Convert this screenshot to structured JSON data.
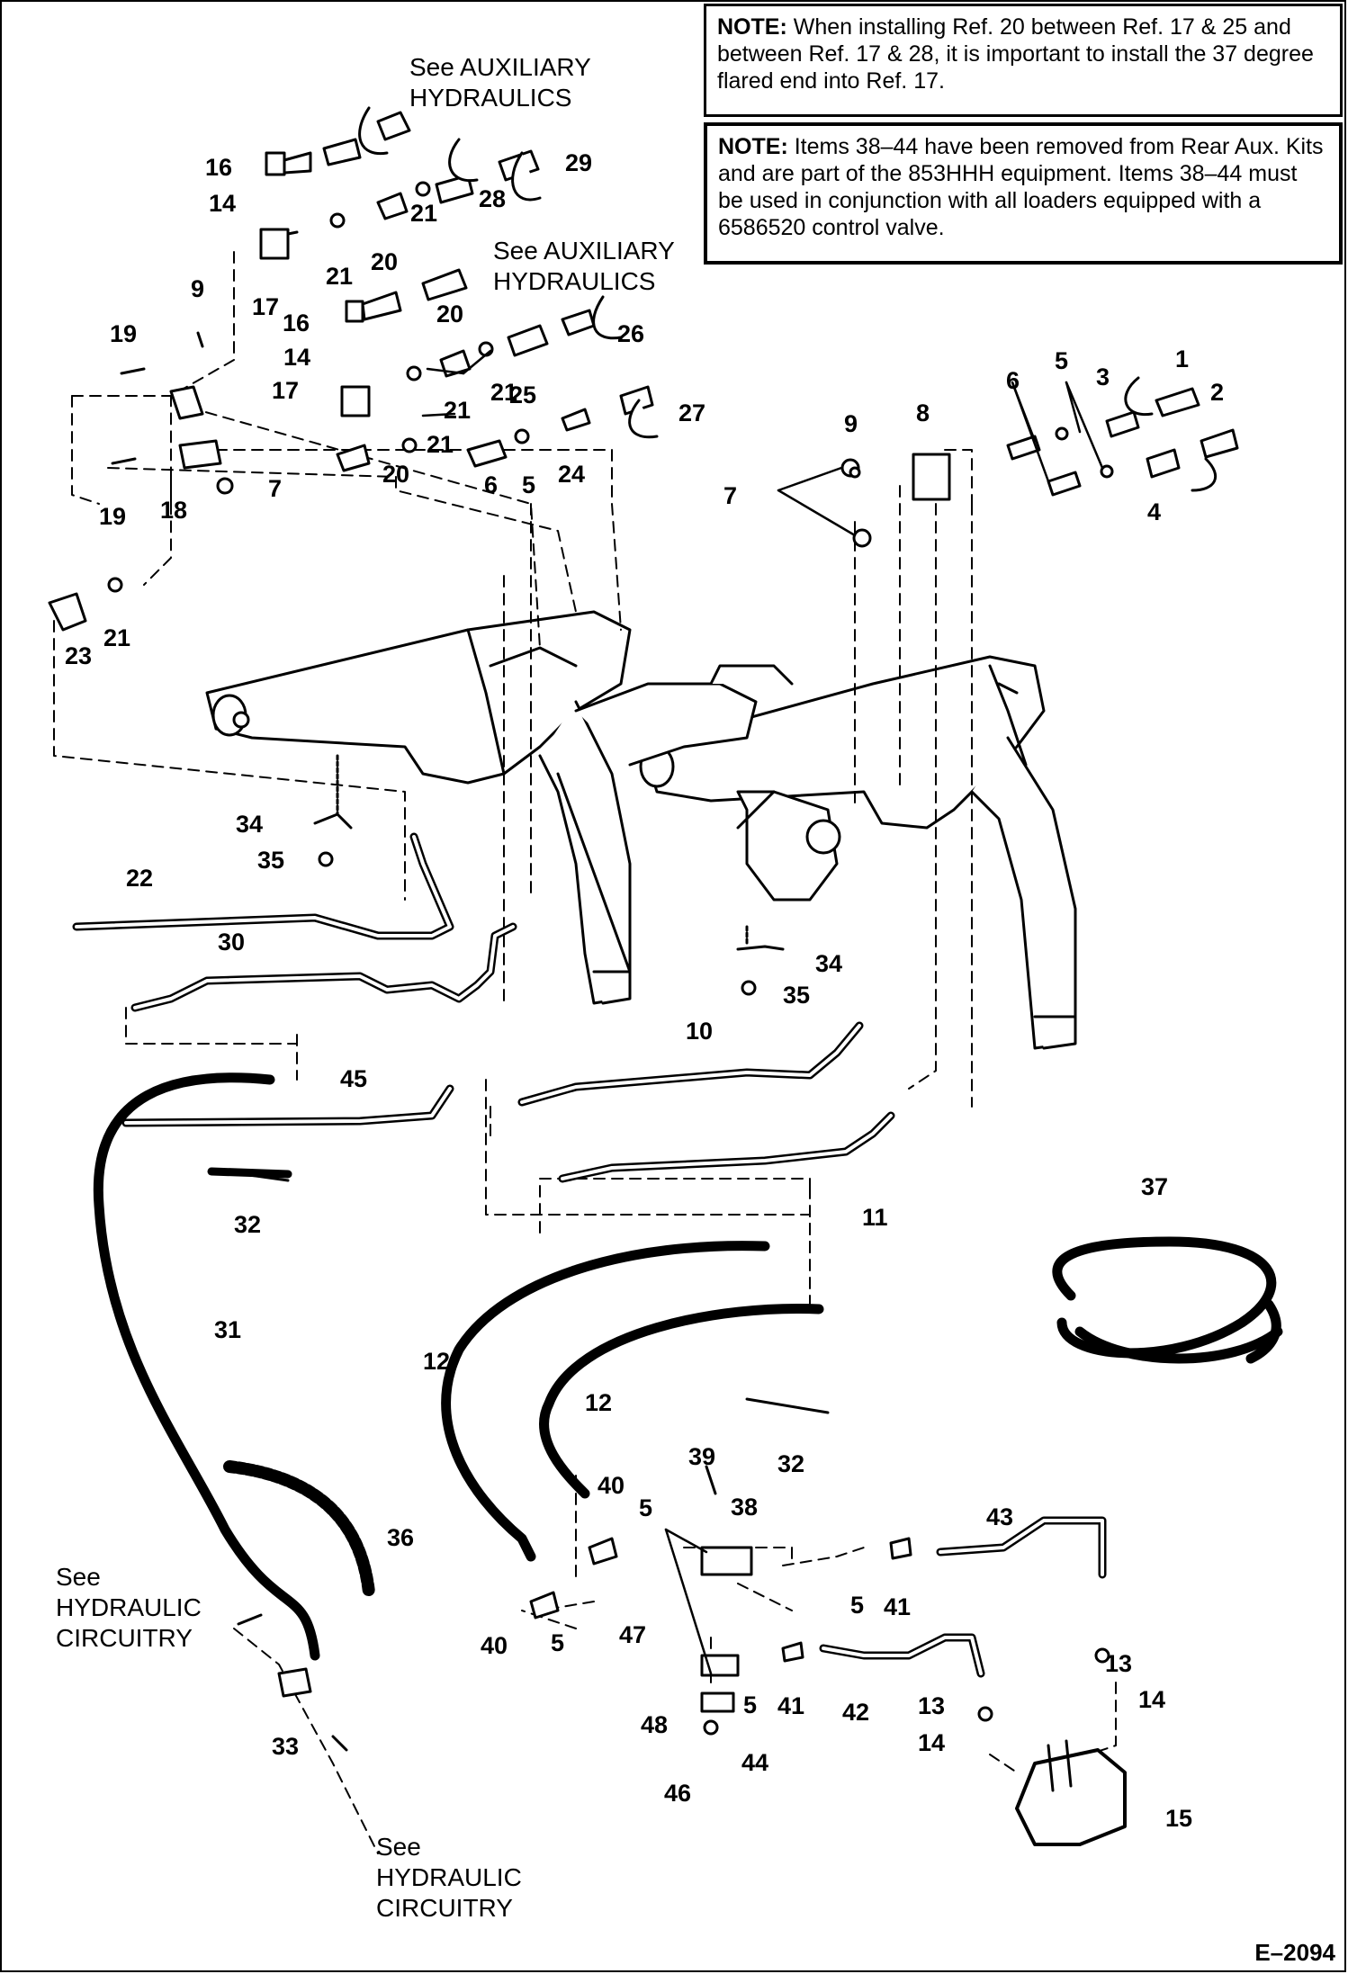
{
  "notes": [
    {
      "prefix": "NOTE:",
      "text": "When installing Ref. 20 between Ref. 17 & 25 and between Ref. 17 & 28, it is important to install the 37 degree flared end into Ref. 17."
    },
    {
      "prefix": "NOTE:",
      "text": "Items 38–44 have been removed from Rear Aux. Kits and are part of the 853HHH equipment. Items 38–44 must be used in conjunction with all loaders equipped with a 6586520 control valve."
    }
  ],
  "references": {
    "aux1": "See AUXILIARY HYDRAULICS",
    "aux2": "See AUXILIARY HYDRAULICS",
    "circ1": "See HYDRAULIC CIRCUITRY",
    "circ2": "See HYDRAULIC CIRCUITRY"
  },
  "drawing_code": "E–2094",
  "callouts": [
    "1",
    "2",
    "3",
    "4",
    "5",
    "5",
    "5",
    "5",
    "5",
    "5",
    "6",
    "6",
    "7",
    "7",
    "8",
    "9",
    "9",
    "10",
    "11",
    "12",
    "12",
    "13",
    "13",
    "14",
    "14",
    "14",
    "14",
    "15",
    "16",
    "16",
    "17",
    "17",
    "18",
    "19",
    "19",
    "20",
    "20",
    "20",
    "21",
    "21",
    "21",
    "21",
    "21",
    "21",
    "22",
    "23",
    "24",
    "25",
    "26",
    "27",
    "28",
    "29",
    "30",
    "31",
    "32",
    "32",
    "33",
    "34",
    "34",
    "35",
    "35",
    "36",
    "37",
    "38",
    "39",
    "40",
    "40",
    "41",
    "41",
    "42",
    "43",
    "44",
    "45",
    "46",
    "47",
    "48"
  ]
}
